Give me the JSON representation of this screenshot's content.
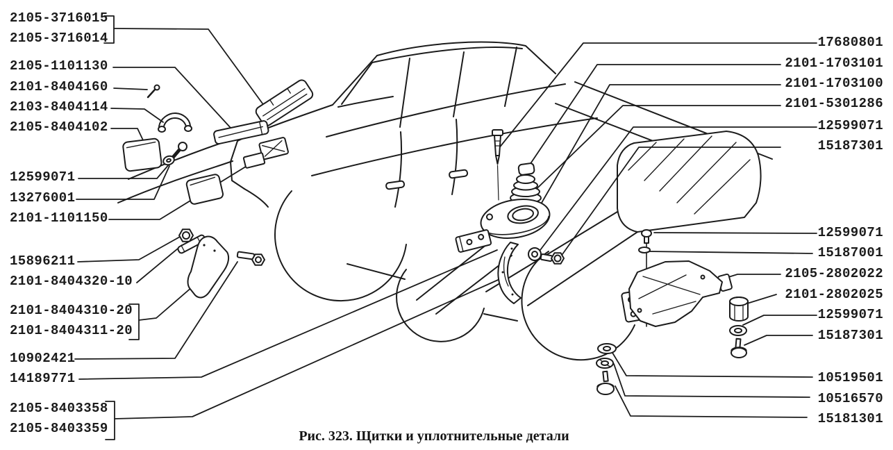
{
  "figure": {
    "caption": "Рис. 323. Щитки и уплотнительные детали"
  },
  "colors": {
    "ink": "#1b1b1b",
    "paper": "#ffffff"
  },
  "labels_left": [
    {
      "text": "2105-3716015"
    },
    {
      "text": "2105-3716014"
    },
    {
      "text": "2105-1101130"
    },
    {
      "text": "2101-8404160"
    },
    {
      "text": "2103-8404114"
    },
    {
      "text": "2105-8404102"
    },
    {
      "text": "12599071"
    },
    {
      "text": "13276001"
    },
    {
      "text": "2101-1101150"
    },
    {
      "text": "15896211"
    },
    {
      "text": "2101-8404320-10"
    },
    {
      "text": "2101-8404310-20"
    },
    {
      "text": "2101-8404311-20"
    },
    {
      "text": "10902421"
    },
    {
      "text": "14189771"
    },
    {
      "text": "2105-8403358"
    },
    {
      "text": "2105-8403359"
    }
  ],
  "labels_right": [
    {
      "text": "17680801"
    },
    {
      "text": "2101-1703101"
    },
    {
      "text": "2101-1703100"
    },
    {
      "text": "2101-5301286"
    },
    {
      "text": "12599071"
    },
    {
      "text": "15187301"
    },
    {
      "text": "12599071"
    },
    {
      "text": "15187001"
    },
    {
      "text": "2105-2802022"
    },
    {
      "text": "2101-2802025"
    },
    {
      "text": "12599071"
    },
    {
      "text": "15187301"
    },
    {
      "text": "10519501"
    },
    {
      "text": "10516570"
    },
    {
      "text": "15181301"
    }
  ]
}
